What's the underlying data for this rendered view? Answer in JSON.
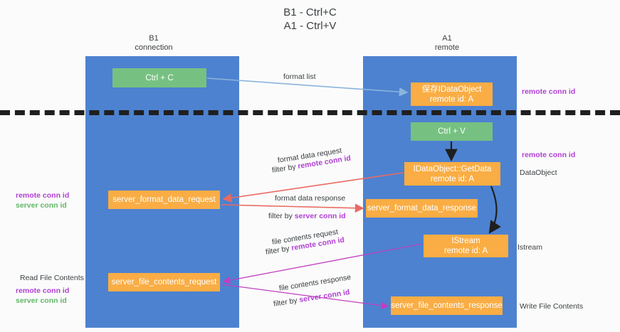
{
  "title": {
    "line1": "B1 - Ctrl+C",
    "line2": "A1 - Ctrl+V"
  },
  "columns": [
    {
      "name": "B1",
      "sub": "connection"
    },
    {
      "name": "A1",
      "sub": "remote"
    }
  ],
  "boxes": {
    "ctrl_c": "Ctrl + C",
    "save_idataobject": {
      "line1": "保存IDataObject",
      "line2": "remote id: A"
    },
    "ctrl_v": "Ctrl + V",
    "getdata": {
      "line1": "IDataObject::GetData",
      "line2": "remote id: A"
    },
    "server_format_data_request": "server_format_data_request",
    "server_format_data_response": "server_format_data_response",
    "istream": {
      "line1": "IStream",
      "line2": "remote id: A"
    },
    "server_file_contents_request": "server_file_contents_request",
    "server_file_contents_response": "server_file_contents_response"
  },
  "edges": {
    "format_list": "format list",
    "format_data_request": "format data request",
    "filter_by": "filter by ",
    "remote_conn_id": "remote conn id",
    "server_conn_id": "server conn id",
    "format_data_response": "format data response",
    "file_contents_request": "file contents request",
    "file_contents_response": "file contents response"
  },
  "side_labels": {
    "remote_conn_id_top": "remote conn id",
    "remote_conn_id_mid": "remote conn id",
    "dataobject": "DataObject",
    "istream": "Istream",
    "write_file_contents": "Write File Contents",
    "left_remote_conn_id_1": "remote conn id",
    "left_server_conn_id_1": "server conn id",
    "read_file_contents": "Read File Contents",
    "left_remote_conn_id_2": "remote conn id",
    "left_server_conn_id_2": "server conn id"
  },
  "colors": {
    "lane": "#4d82d0",
    "green_box": "#76c181",
    "orange_box": "#f9ad44",
    "purple_text": "#b13fd4",
    "green_text": "#62b866",
    "blue_arrow": "#8ab4dd",
    "red_arrow": "#ea6a62",
    "magenta_arrow": "#c13fc1",
    "black_arrow": "#1f1f1f",
    "background": "#fbfbfb"
  }
}
